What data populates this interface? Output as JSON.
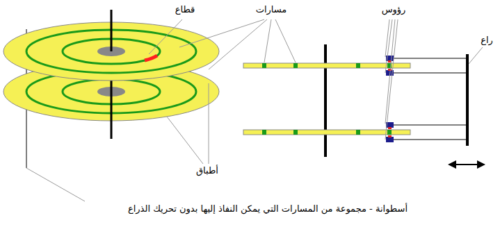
{
  "diagram": {
    "caption": "أسطوانة - مجموعة من المسارات التي يمكن النفاذ إليها بدون تحريك الذراع",
    "labels": [
      "قطاع",
      "مسارات",
      "رؤوس",
      "راع",
      "أطباق"
    ]
  }
}
